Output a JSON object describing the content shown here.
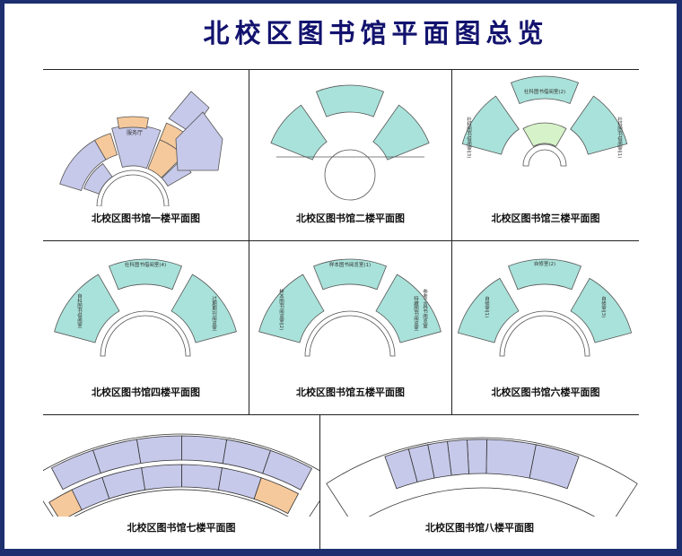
{
  "title": "北校区图书馆平面图总览",
  "colors": {
    "frame": "#1d2f6e",
    "title": "#12126e",
    "reading_room": "#a9e2da",
    "office": "#c7c9ea",
    "service": "#f6c99c",
    "atrium": "#d6f2c8",
    "pink": "#f2c6e6"
  },
  "floors": [
    {
      "caption": "北校区图书馆一楼平面图",
      "rooms": [
        "服务厅"
      ]
    },
    {
      "caption": "北校区图书馆二楼平面图",
      "rooms": []
    },
    {
      "caption": "北校区图书馆三楼平面图",
      "rooms": [
        "社科图书借阅室(2)",
        "社科图书借阅室(3)",
        "社科图书借阅室(1)"
      ]
    },
    {
      "caption": "北校区图书馆四楼平面图",
      "rooms": [
        "社科图书借阅室(4)",
        "自科图书借阅室",
        "过期期刊阅览室"
      ]
    },
    {
      "caption": "北校区图书馆五楼平面图",
      "rooms": [
        "样本图书阅览室(1)",
        "样本图书阅览室(2)",
        "参考工具书阅览室",
        "特藏图书阅览室"
      ]
    },
    {
      "caption": "北校区图书馆六楼平面图",
      "rooms": [
        "自修室(2)",
        "自修室(1)",
        "自修室(3)"
      ]
    },
    {
      "caption": "北校区图书馆七楼平面图",
      "rooms": []
    },
    {
      "caption": "北校区图书馆八楼平面图",
      "rooms": []
    }
  ]
}
